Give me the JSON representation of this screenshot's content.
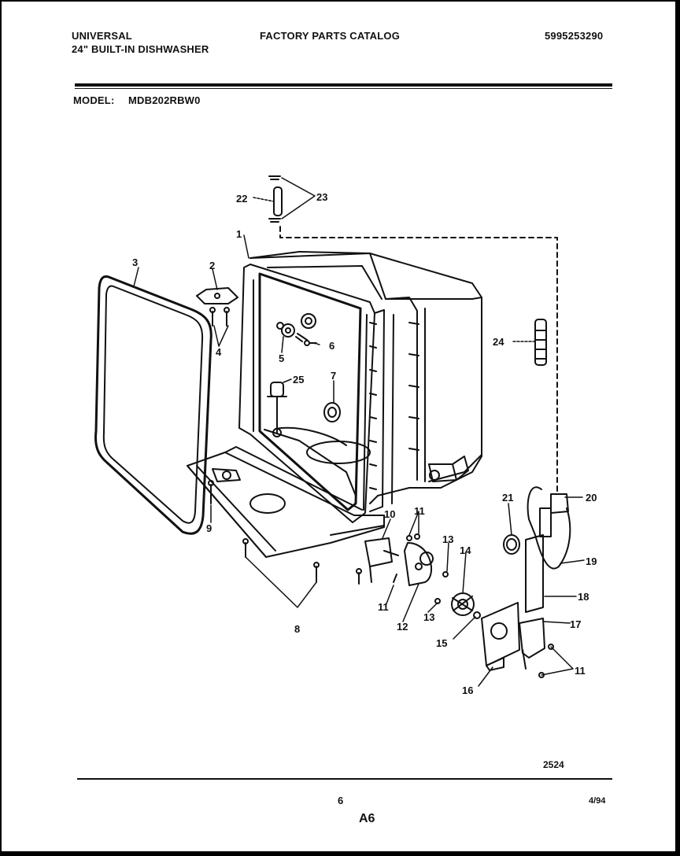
{
  "header": {
    "brand": "UNIVERSAL",
    "product": "24\" BUILT-IN DISHWASHER",
    "catalog_title": "FACTORY PARTS CATALOG",
    "catalog_number": "5995253290",
    "model_label": "MODEL:",
    "model_number": "MDB202RBW0"
  },
  "diagram": {
    "part_callouts": [
      "1",
      "2",
      "3",
      "4",
      "5",
      "6",
      "7",
      "8",
      "9",
      "10",
      "11",
      "11",
      "11",
      "12",
      "13",
      "13",
      "14",
      "15",
      "16",
      "17",
      "18",
      "19",
      "20",
      "21",
      "22",
      "23",
      "24",
      "25"
    ],
    "drawing_code": "2524"
  },
  "footer": {
    "page_number": "6",
    "section_code": "A6",
    "date_code": "4/94"
  }
}
